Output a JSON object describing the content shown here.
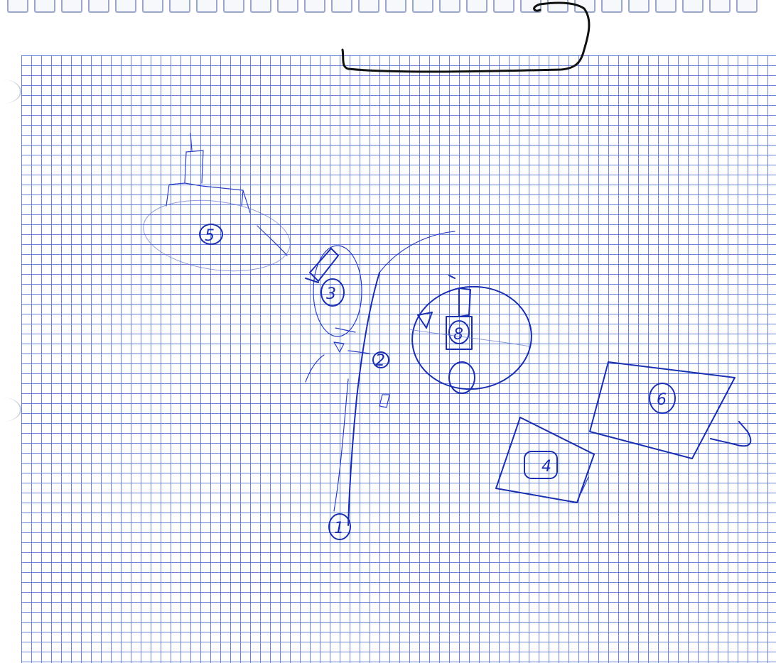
{
  "sheet": {
    "paper": "graph-paper",
    "ink_color": "#1a2fb0",
    "grid_color": "#506ed2"
  },
  "markers": {
    "m1": "1",
    "m2": "2",
    "m3": "3",
    "m4": "4",
    "m5": "5",
    "m6": "6",
    "m8": "8"
  },
  "icons": {
    "tower": "tower-sketch-icon",
    "camera_small": "camera-sketch-icon",
    "blank_label_box": "label-box"
  }
}
